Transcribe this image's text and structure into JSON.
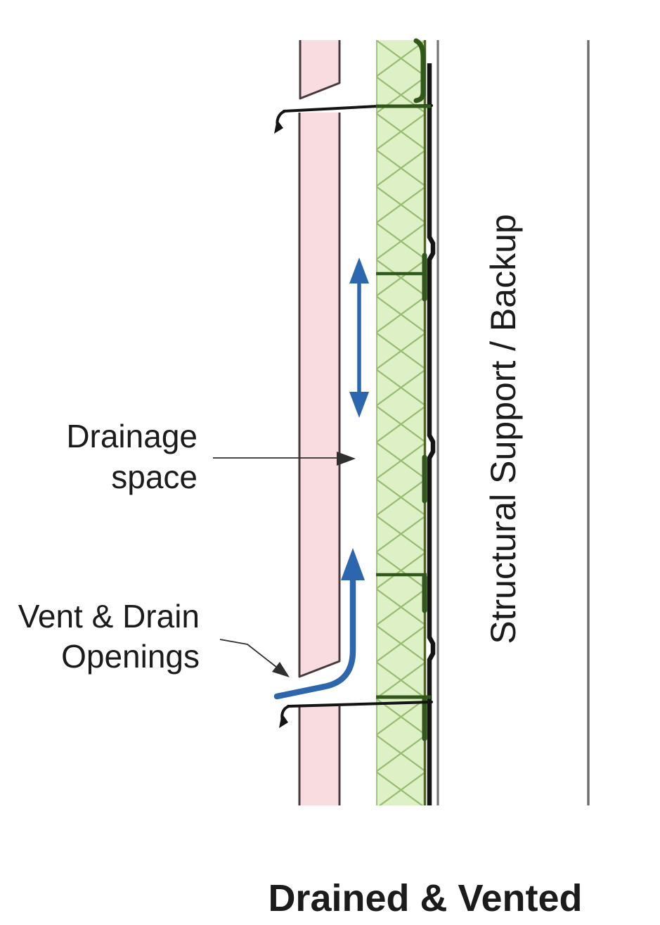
{
  "diagram": {
    "title": "Drained & Vented",
    "labels": {
      "drainage_space_line1": "Drainage",
      "drainage_space_line2": "space",
      "vent_drain_line1": "Vent & Drain",
      "vent_drain_line2": "Openings",
      "structural_support": "Structural Support / Backup"
    },
    "colors": {
      "cladding_fill": "#f8dce0",
      "cladding_stroke": "#473b3f",
      "insulation_fill": "#def1c6",
      "insulation_hatch": "#97bc72",
      "insulation_edge": "#51661f",
      "joint_green": "#30581b",
      "membrane_black": "#141414",
      "sheathing_gray": "#747474",
      "support_line_gray": "#6d6d6d",
      "airflow_blue": "#2b66af",
      "leader_line": "#2f2f2f",
      "text": "#1b1b1b"
    }
  }
}
